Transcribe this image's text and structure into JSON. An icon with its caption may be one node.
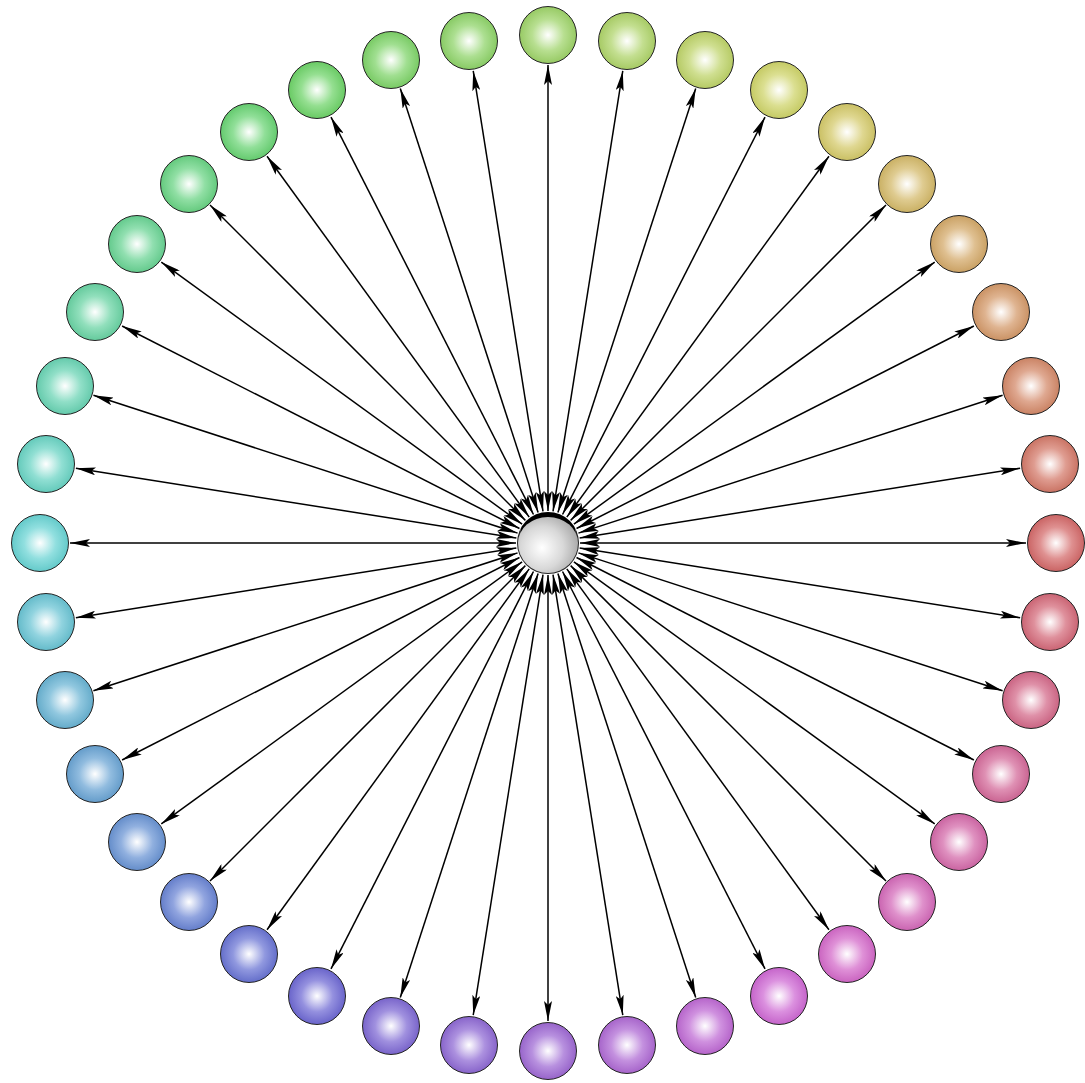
{
  "diagram": {
    "nodes": [
      {
        "text": [],
        "shape": "circle"
      },
      {
        "text": [],
        "shape": "circle"
      },
      {
        "text": [],
        "shape": "circle"
      },
      {
        "text": [],
        "shape": "circle"
      },
      {
        "text": [],
        "shape": "circle"
      },
      {
        "text": [],
        "shape": "circle"
      },
      {
        "text": [],
        "shape": "circle"
      },
      {
        "text": [],
        "shape": "circle"
      },
      {
        "text": [],
        "shape": "circle"
      },
      {
        "text": [],
        "shape": "circle"
      },
      {
        "text": [],
        "shape": "circle"
      },
      {
        "text": [],
        "shape": "circle"
      },
      {
        "text": [],
        "shape": "circle"
      },
      {
        "text": [],
        "shape": "circle"
      },
      {
        "text": [],
        "shape": "circle"
      },
      {
        "text": [],
        "shape": "circle"
      },
      {
        "text": [],
        "shape": "circle"
      },
      {
        "text": [],
        "shape": "circle"
      },
      {
        "text": [],
        "shape": "circle"
      },
      {
        "text": [],
        "shape": "circle"
      },
      {
        "text": [],
        "shape": "circle"
      },
      {
        "text": [],
        "shape": "circle"
      },
      {
        "text": [],
        "shape": "circle"
      },
      {
        "text": [],
        "shape": "circle"
      },
      {
        "text": [],
        "shape": "circle"
      },
      {
        "text": [],
        "shape": "circle"
      },
      {
        "text": [],
        "shape": "circle"
      },
      {
        "text": [],
        "shape": "circle"
      },
      {
        "text": [],
        "shape": "circle"
      },
      {
        "text": [],
        "shape": "circle"
      },
      {
        "text": [],
        "shape": "circle"
      },
      {
        "text": [],
        "shape": "circle"
      },
      {
        "text": [],
        "shape": "circle"
      },
      {
        "text": [],
        "shape": "circle"
      },
      {
        "text": [],
        "shape": "circle"
      },
      {
        "text": [],
        "shape": "circle"
      },
      {
        "text": [],
        "shape": "circle"
      },
      {
        "text": [],
        "shape": "circle"
      },
      {
        "text": [],
        "shape": "circle"
      },
      {
        "text": [],
        "shape": "circle"
      },
      {
        "text": [],
        "shape": "circle"
      }
    ],
    "edges": [
      {
        "from": 0,
        "to": 1,
        "arrow": "both"
      },
      {
        "from": 0,
        "to": 2,
        "arrow": "both"
      },
      {
        "from": 0,
        "to": 3,
        "arrow": "both"
      },
      {
        "from": 0,
        "to": 4,
        "arrow": "both"
      },
      {
        "from": 0,
        "to": 5,
        "arrow": "both"
      },
      {
        "from": 0,
        "to": 6,
        "arrow": "both"
      },
      {
        "from": 0,
        "to": 7,
        "arrow": "both"
      },
      {
        "from": 0,
        "to": 8,
        "arrow": "both"
      },
      {
        "from": 0,
        "to": 9,
        "arrow": "both"
      },
      {
        "from": 0,
        "to": 10,
        "arrow": "both"
      },
      {
        "from": 0,
        "to": 11,
        "arrow": "both"
      },
      {
        "from": 0,
        "to": 12,
        "arrow": "both"
      },
      {
        "from": 0,
        "to": 13,
        "arrow": "both"
      },
      {
        "from": 0,
        "to": 14,
        "arrow": "both"
      },
      {
        "from": 0,
        "to": 15,
        "arrow": "both"
      },
      {
        "from": 0,
        "to": 16,
        "arrow": "both"
      },
      {
        "from": 0,
        "to": 17,
        "arrow": "both"
      },
      {
        "from": 0,
        "to": 18,
        "arrow": "both"
      },
      {
        "from": 0,
        "to": 19,
        "arrow": "both"
      },
      {
        "from": 0,
        "to": 20,
        "arrow": "both"
      },
      {
        "from": 0,
        "to": 21,
        "arrow": "both"
      },
      {
        "from": 0,
        "to": 22,
        "arrow": "both"
      },
      {
        "from": 0,
        "to": 23,
        "arrow": "both"
      },
      {
        "from": 0,
        "to": 24,
        "arrow": "both"
      },
      {
        "from": 0,
        "to": 25,
        "arrow": "both"
      },
      {
        "from": 0,
        "to": 26,
        "arrow": "both"
      },
      {
        "from": 0,
        "to": 27,
        "arrow": "both"
      },
      {
        "from": 0,
        "to": 28,
        "arrow": "both"
      },
      {
        "from": 0,
        "to": 29,
        "arrow": "both"
      },
      {
        "from": 0,
        "to": 30,
        "arrow": "both"
      },
      {
        "from": 0,
        "to": 31,
        "arrow": "both"
      },
      {
        "from": 0,
        "to": 32,
        "arrow": "both"
      },
      {
        "from": 0,
        "to": 33,
        "arrow": "both"
      },
      {
        "from": 0,
        "to": 34,
        "arrow": "both"
      },
      {
        "from": 0,
        "to": 35,
        "arrow": "both"
      },
      {
        "from": 0,
        "to": 36,
        "arrow": "both"
      },
      {
        "from": 0,
        "to": 37,
        "arrow": "both"
      },
      {
        "from": 0,
        "to": 38,
        "arrow": "both"
      },
      {
        "from": 0,
        "to": 39,
        "arrow": "both"
      },
      {
        "from": 0,
        "to": 40,
        "arrow": "both"
      }
    ]
  }
}
